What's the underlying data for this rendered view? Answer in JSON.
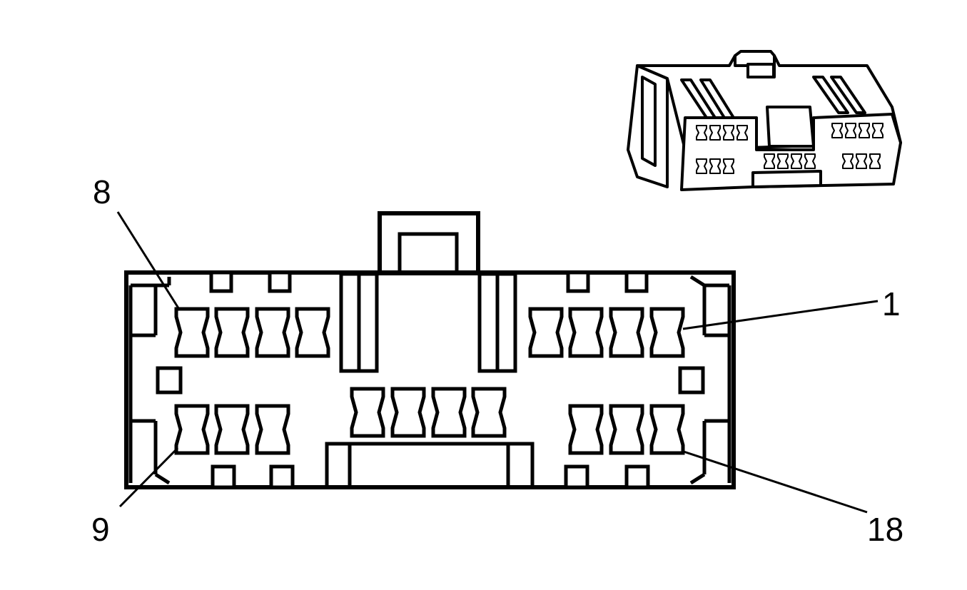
{
  "labels": {
    "pin_8": "8",
    "pin_1": "1",
    "pin_9": "9",
    "pin_18": "18"
  },
  "colors": {
    "line": "#000000",
    "background": "#ffffff"
  }
}
